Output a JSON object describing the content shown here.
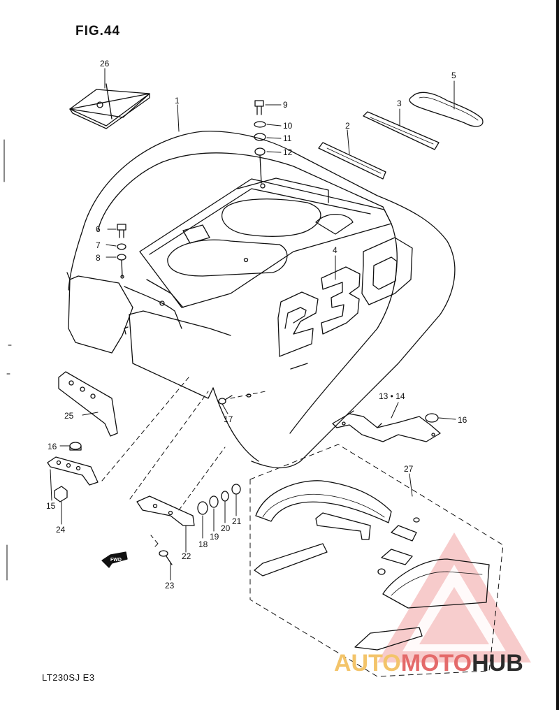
{
  "figure": {
    "title": "FIG.44",
    "model_code": "LT230SJ E3"
  },
  "decals": {
    "big_number": "230",
    "fwd_arrow": "FWD"
  },
  "callouts": [
    {
      "id": "1",
      "text": "1"
    },
    {
      "id": "2",
      "text": "2"
    },
    {
      "id": "3",
      "text": "3"
    },
    {
      "id": "4",
      "text": "4"
    },
    {
      "id": "5",
      "text": "5"
    },
    {
      "id": "6",
      "text": "6"
    },
    {
      "id": "7",
      "text": "7"
    },
    {
      "id": "8",
      "text": "8"
    },
    {
      "id": "9",
      "text": "9"
    },
    {
      "id": "10",
      "text": "10"
    },
    {
      "id": "11",
      "text": "11"
    },
    {
      "id": "12",
      "text": "12"
    },
    {
      "id": "13",
      "text": "13 • 14"
    },
    {
      "id": "15",
      "text": "15"
    },
    {
      "id": "16a",
      "text": "16"
    },
    {
      "id": "16b",
      "text": "16"
    },
    {
      "id": "17",
      "text": "17"
    },
    {
      "id": "18",
      "text": "18"
    },
    {
      "id": "19",
      "text": "19"
    },
    {
      "id": "20",
      "text": "20"
    },
    {
      "id": "21",
      "text": "21"
    },
    {
      "id": "22",
      "text": "22"
    },
    {
      "id": "23",
      "text": "23"
    },
    {
      "id": "24",
      "text": "24"
    },
    {
      "id": "25",
      "text": "25"
    },
    {
      "id": "26",
      "text": "26"
    },
    {
      "id": "27",
      "text": "27"
    }
  ],
  "watermark": {
    "part1": "AUTO",
    "part2": "MOTO",
    "part3": "HUB",
    "colors": [
      "#f3c46a",
      "#e46a6a",
      "#2b2b2b"
    ]
  }
}
